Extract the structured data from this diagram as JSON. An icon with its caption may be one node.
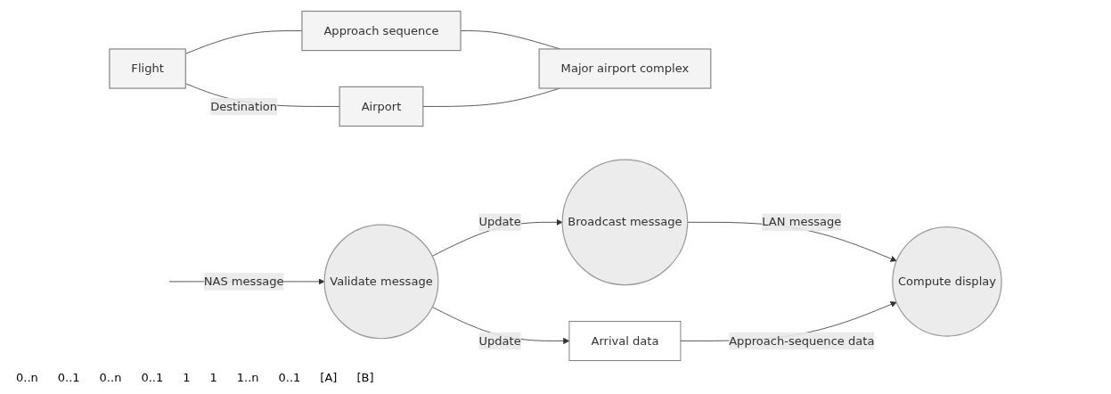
{
  "diagram": {
    "nodes": [
      {
        "text": [
          "Flight"
        ]
      },
      {
        "text": [
          "Approach sequence"
        ]
      },
      {
        "text": [
          "Airport"
        ]
      },
      {
        "text": [
          "Major airport complex"
        ]
      },
      {
        "text": [
          "Validate message"
        ]
      },
      {
        "text": [
          "Broadcast message"
        ]
      },
      {
        "text": [
          "Compute display"
        ]
      },
      {
        "text": [
          "Arrival data"
        ]
      }
    ],
    "edges": [
      {
        "from": 0,
        "to": 1,
        "arrow": "none"
      },
      {
        "from": 0,
        "to": 2,
        "arrow": "none",
        "label": "Destination"
      },
      {
        "from": 1,
        "to": 3,
        "arrow": "none"
      },
      {
        "from": 2,
        "to": 3,
        "arrow": "none"
      },
      {
        "from": null,
        "to": 4,
        "arrow": "to",
        "label": "NAS message"
      },
      {
        "from": 4,
        "to": 5,
        "arrow": "to",
        "label": "Update"
      },
      {
        "from": 5,
        "to": 6,
        "arrow": "to",
        "label": "LAN message"
      },
      {
        "from": 4,
        "to": 7,
        "arrow": "to",
        "label": "Update"
      },
      {
        "from": 7,
        "to": 6,
        "arrow": "to",
        "label": "Approach-sequence data"
      }
    ],
    "labels": [
      "0..n",
      "0..1",
      "0..n",
      "0..1",
      "1",
      "1",
      "1..n",
      "0..1",
      "[A]",
      "[B]"
    ]
  }
}
